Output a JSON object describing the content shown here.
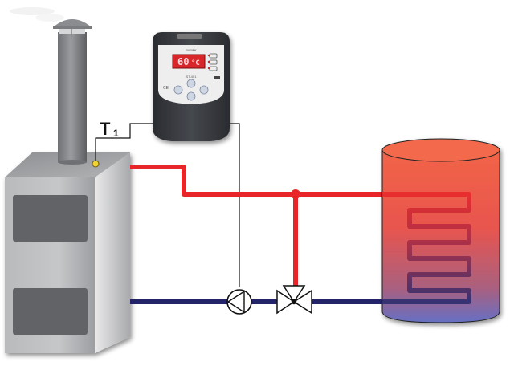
{
  "diagram": {
    "title": "Solid fuel boiler with controller, pump, 3-way valve and hot water tank",
    "sensor_label": {
      "main": "T",
      "subscript": "1"
    },
    "controller": {
      "display_value": "60",
      "display_unit": "°C",
      "model": "ST-401",
      "buttons": [
        "up-button",
        "left-button",
        "right-button",
        "down-button"
      ],
      "mark": "CE"
    },
    "components": [
      "chimney",
      "boiler",
      "temperature-sensor",
      "controller",
      "circulation-pump",
      "three-way-valve",
      "hot-water-tank",
      "heating-coil"
    ],
    "colors": {
      "supply_pipe": "#e8262a",
      "return_pipe": "#23236a",
      "boiler_body": "#b5b6b8",
      "boiler_door": "#626466",
      "tank_top": "#f0654a",
      "tank_bottom": "#6a6fc2",
      "controller_body": "#35383c",
      "lcd": "#d8262a",
      "sensor": "#f2d330"
    }
  }
}
